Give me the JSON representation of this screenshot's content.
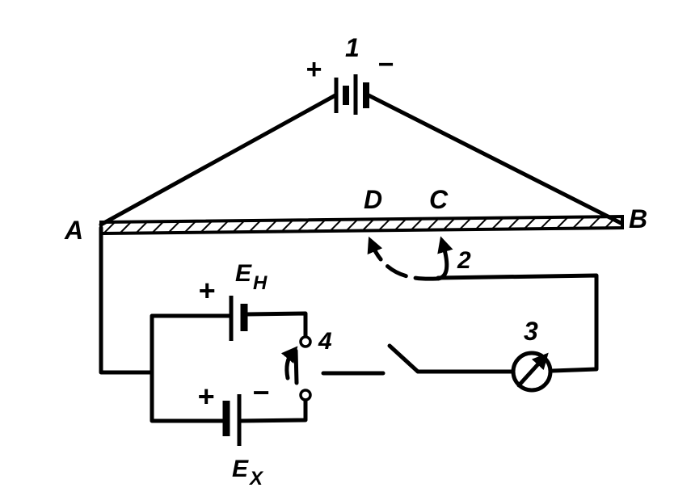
{
  "labels": {
    "battery_number": "1",
    "battery_plus": "+",
    "battery_minus": "−",
    "point_a": "A",
    "point_b": "B",
    "point_d": "D",
    "point_c": "C",
    "slider_number": "2",
    "galvanometer_number": "3",
    "switch_number": "4",
    "normal_cell_main": "E",
    "normal_cell_sub": "H",
    "normal_cell_plus": "+",
    "unknown_cell_main": "E",
    "unknown_cell_sub": "X",
    "unknown_cell_plus": "+",
    "unknown_cell_minus": "−"
  }
}
